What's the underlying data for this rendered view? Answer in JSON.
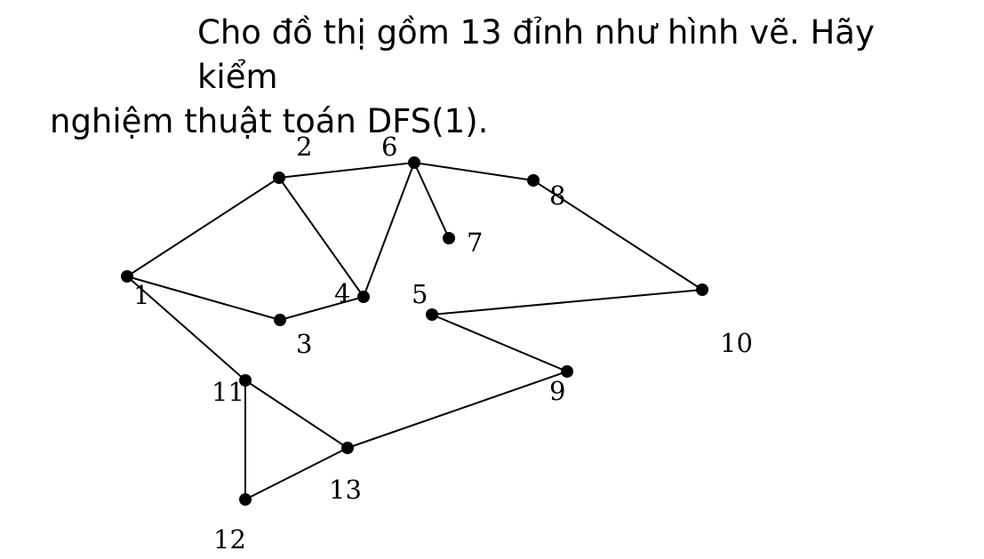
{
  "problem": {
    "line1": "Cho đồ thị gồm 13 đỉnh như hình vẽ. Hãy kiểm",
    "line2": "nghiệm thuật toán DFS(1)."
  },
  "graph": {
    "colors": {
      "ink": "#000000",
      "background": "#ffffff"
    },
    "nodes": [
      {
        "id": "1",
        "label": "1"
      },
      {
        "id": "2",
        "label": "2"
      },
      {
        "id": "3",
        "label": "3"
      },
      {
        "id": "4",
        "label": "4"
      },
      {
        "id": "5",
        "label": "5"
      },
      {
        "id": "6",
        "label": "6"
      },
      {
        "id": "7",
        "label": "7"
      },
      {
        "id": "8",
        "label": "8"
      },
      {
        "id": "9",
        "label": "9"
      },
      {
        "id": "10",
        "label": "10"
      },
      {
        "id": "11",
        "label": "11"
      },
      {
        "id": "12",
        "label": "12"
      },
      {
        "id": "13",
        "label": "13"
      }
    ],
    "edges": [
      [
        "1",
        "2"
      ],
      [
        "1",
        "3"
      ],
      [
        "1",
        "11"
      ],
      [
        "2",
        "6"
      ],
      [
        "2",
        "4"
      ],
      [
        "3",
        "4"
      ],
      [
        "4",
        "6"
      ],
      [
        "6",
        "7"
      ],
      [
        "6",
        "8"
      ],
      [
        "8",
        "10"
      ],
      [
        "10",
        "5"
      ],
      [
        "5",
        "9"
      ],
      [
        "9",
        "13"
      ],
      [
        "11",
        "13"
      ],
      [
        "11",
        "12"
      ],
      [
        "12",
        "13"
      ]
    ]
  }
}
